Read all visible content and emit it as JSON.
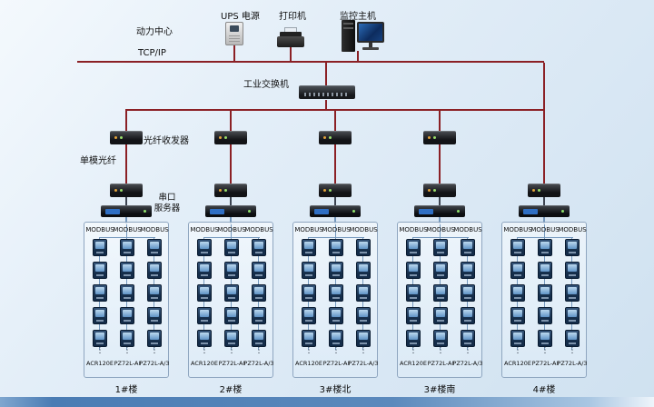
{
  "colors": {
    "cable_red": "#8b2025",
    "cable_blue": "#7498bd",
    "screen_blue": "#0d2c5e",
    "bottom_bar_blue": "#4a7cb4"
  },
  "header": {
    "power_center": "动力中心",
    "ups": "UPS 电源",
    "printer": "打印机",
    "host": "监控主机",
    "bus": "TCP/IP",
    "switch": "工业交换机"
  },
  "network": {
    "transceiver": "光纤收发器",
    "single_mode_fiber": "单模光纤",
    "serial_line1": "串口",
    "serial_line2": "服务器"
  },
  "modbus_label": "MODBUS",
  "ellipsis": "⋮",
  "meter_rows": 5,
  "meter_models": [
    "ACR120E",
    "PZ72L-AI",
    "PZ72L-A/3"
  ],
  "groups": [
    {
      "building": "1#楼"
    },
    {
      "building": "2#楼"
    },
    {
      "building": "3#楼北"
    },
    {
      "building": "3#楼南"
    },
    {
      "building": "4#楼"
    }
  ]
}
